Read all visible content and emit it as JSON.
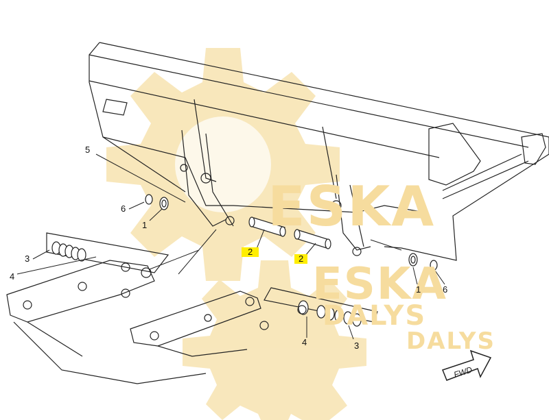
{
  "watermark": {
    "line1": "ESKA",
    "line2": "ESKA",
    "line3": "DALYS",
    "line4": "DALYS",
    "color": "#f6dc9e"
  },
  "callouts": {
    "c5": "5",
    "c6_left": "6",
    "c1_left": "1",
    "c3_left": "3",
    "c4_left": "4",
    "c2_left": "2",
    "c2_right": "2",
    "c1_right": "1",
    "c6_right": "6",
    "c4_bottom": "4",
    "c3_bottom": "3"
  },
  "fwd_label": "FWD",
  "highlight_color": "#ffee00"
}
